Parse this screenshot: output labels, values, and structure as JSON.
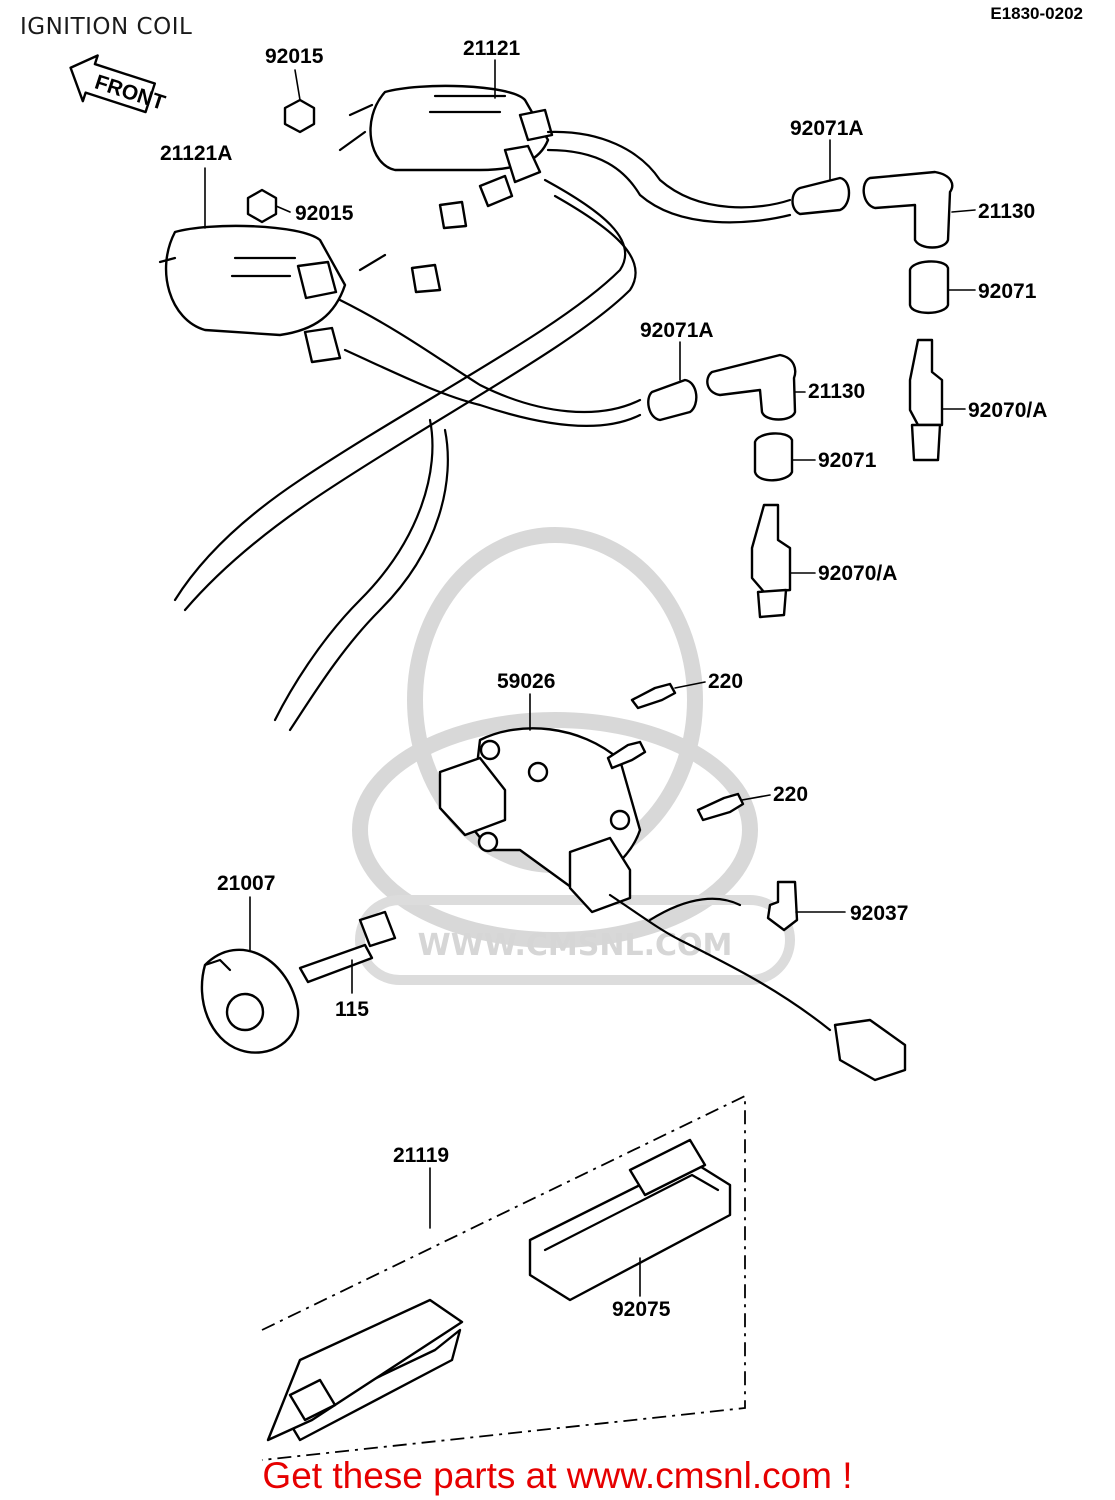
{
  "header": {
    "title": "IGNITION COIL",
    "diagram_code": "E1830-0202"
  },
  "watermark": {
    "text": "WWW.CMSNL.COM"
  },
  "front_arrow": {
    "text": "FRONT"
  },
  "parts": {
    "coil_21121": "21121",
    "coil_21121a": "21121A",
    "nut_92015_top": "92015",
    "nut_92015_mid": "92015",
    "cap_92071a_top": "92071A",
    "cap_21130_top": "21130",
    "cover_92071_top": "92071",
    "plug_92070a_top": "92070/A",
    "cap_92071a_mid": "92071A",
    "cap_21130_mid": "21130",
    "cover_92071_mid": "92071",
    "plug_92070a_low": "92070/A",
    "pickup_59026": "59026",
    "screw_220_top": "220",
    "screw_220_mid": "220",
    "clamp_92037": "92037",
    "rotor_21007": "21007",
    "bolt_115": "115",
    "igniter_21119": "21119",
    "pad_92075": "92075"
  },
  "footer": {
    "cta": "Get these parts at www.cmsnl.com !",
    "cta_color": "#e60000"
  }
}
